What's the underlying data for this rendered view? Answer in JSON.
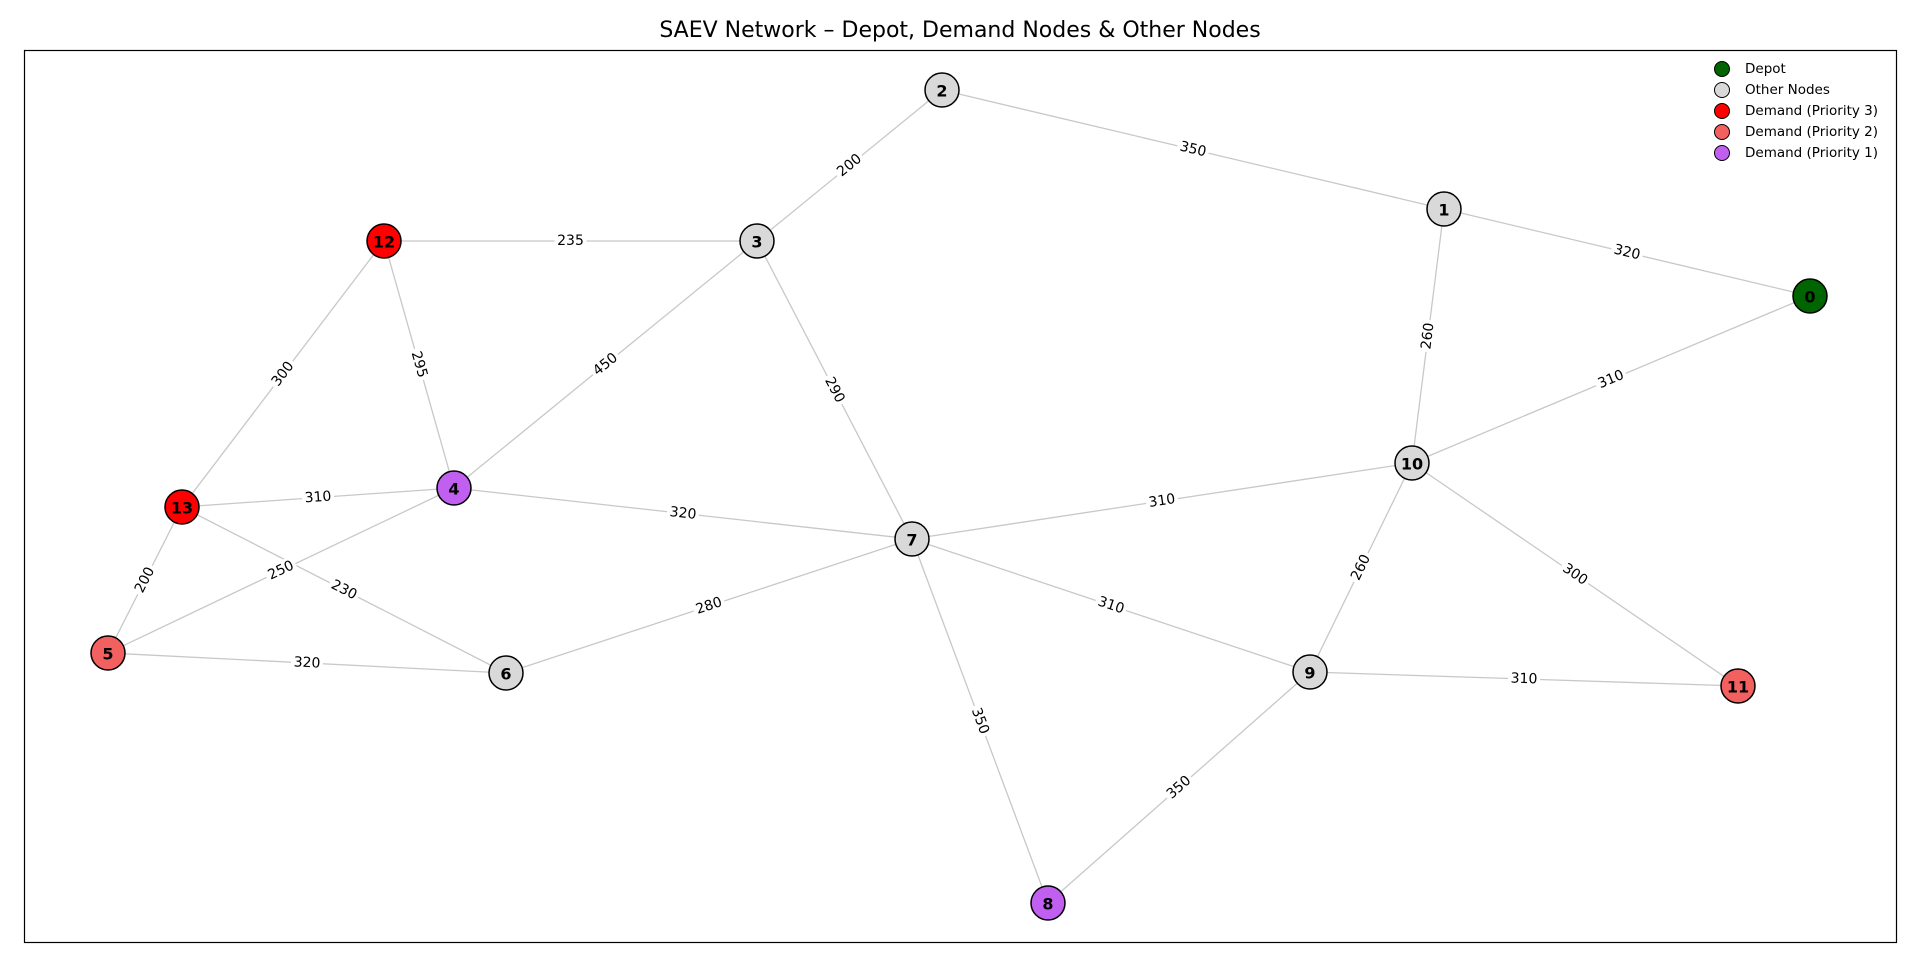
{
  "title": "SAEV Network – Depot, Demand Nodes & Other Nodes",
  "colors": {
    "depot": "#006400",
    "other": "#d9d9d9",
    "priority3": "#ff0000",
    "priority2": "#f26060",
    "priority1": "#c05ff0",
    "edge": "#c8c8c8"
  },
  "legend": [
    {
      "label": "Depot",
      "type": "depot"
    },
    {
      "label": "Other Nodes",
      "type": "other"
    },
    {
      "label": "Demand (Priority 3)",
      "type": "priority3"
    },
    {
      "label": "Demand (Priority 2)",
      "type": "priority2"
    },
    {
      "label": "Demand (Priority 1)",
      "type": "priority1"
    }
  ],
  "nodes": [
    {
      "id": "0",
      "type": "depot"
    },
    {
      "id": "1",
      "type": "other"
    },
    {
      "id": "2",
      "type": "other"
    },
    {
      "id": "3",
      "type": "other"
    },
    {
      "id": "4",
      "type": "priority1"
    },
    {
      "id": "5",
      "type": "priority2"
    },
    {
      "id": "6",
      "type": "other"
    },
    {
      "id": "7",
      "type": "other"
    },
    {
      "id": "8",
      "type": "priority1"
    },
    {
      "id": "9",
      "type": "other"
    },
    {
      "id": "10",
      "type": "other"
    },
    {
      "id": "11",
      "type": "priority2"
    },
    {
      "id": "12",
      "type": "priority3"
    },
    {
      "id": "13",
      "type": "priority3"
    }
  ],
  "edges": [
    {
      "from": "2",
      "to": "1",
      "weight": "350"
    },
    {
      "from": "2",
      "to": "3",
      "weight": "200"
    },
    {
      "from": "1",
      "to": "0",
      "weight": "320"
    },
    {
      "from": "1",
      "to": "10",
      "weight": "260"
    },
    {
      "from": "0",
      "to": "10",
      "weight": "310"
    },
    {
      "from": "12",
      "to": "3",
      "weight": "235"
    },
    {
      "from": "12",
      "to": "13",
      "weight": "300"
    },
    {
      "from": "12",
      "to": "4",
      "weight": "295"
    },
    {
      "from": "3",
      "to": "4",
      "weight": "450"
    },
    {
      "from": "3",
      "to": "7",
      "weight": "290"
    },
    {
      "from": "13",
      "to": "4",
      "weight": "310"
    },
    {
      "from": "13",
      "to": "5",
      "weight": "200"
    },
    {
      "from": "13",
      "to": "6",
      "weight": "230"
    },
    {
      "from": "4",
      "to": "5",
      "weight": "250"
    },
    {
      "from": "4",
      "to": "7",
      "weight": "320"
    },
    {
      "from": "5",
      "to": "6",
      "weight": "320"
    },
    {
      "from": "6",
      "to": "7",
      "weight": "280"
    },
    {
      "from": "7",
      "to": "10",
      "weight": "310"
    },
    {
      "from": "7",
      "to": "9",
      "weight": "310"
    },
    {
      "from": "7",
      "to": "8",
      "weight": "350"
    },
    {
      "from": "10",
      "to": "9",
      "weight": "260"
    },
    {
      "from": "10",
      "to": "11",
      "weight": "300"
    },
    {
      "from": "9",
      "to": "11",
      "weight": "310"
    },
    {
      "from": "9",
      "to": "8",
      "weight": "350"
    }
  ]
}
